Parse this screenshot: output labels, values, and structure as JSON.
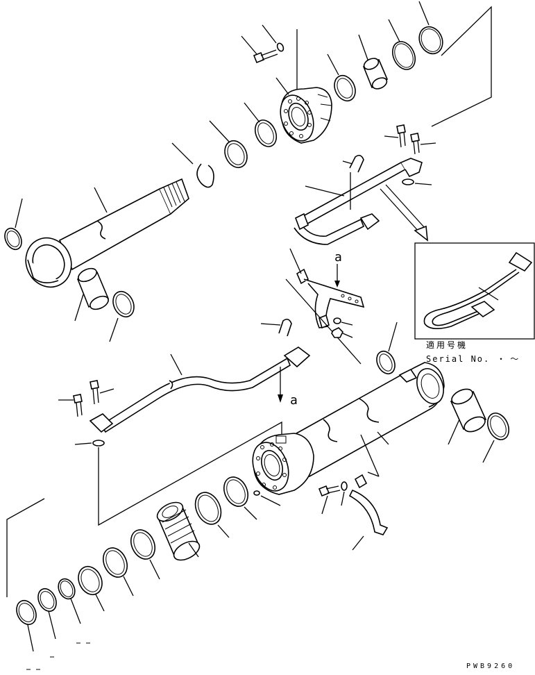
{
  "diagram": {
    "note_japanese": "適用号機",
    "note_serial": "Serial No.",
    "note_serial_suffix": "・ 〜",
    "view_label_upper": "a",
    "view_label_lower": "a",
    "drawing_code": "PWB9260"
  }
}
